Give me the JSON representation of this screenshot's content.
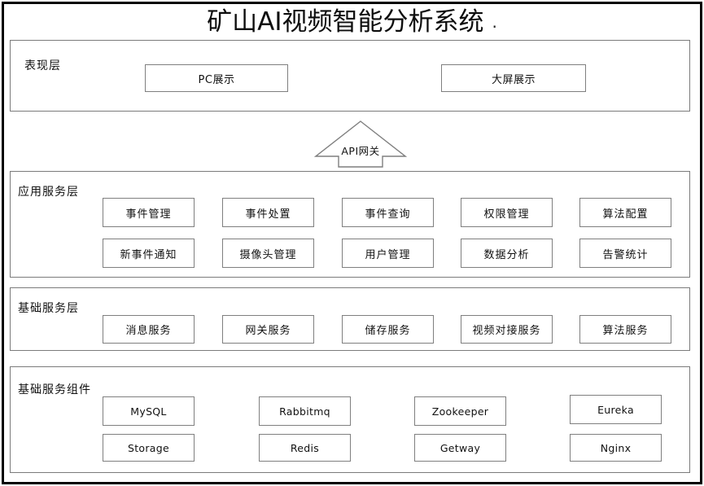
{
  "title": {
    "text": "矿山AI视频智能分析系统",
    "trailing_mark": "."
  },
  "colors": {
    "outer_border": "#000000",
    "panel_border": "#7b7b7b",
    "node_border": "#7f7f7f",
    "background": "#ffffff",
    "text": "#111111"
  },
  "gateway": {
    "label": "API网关",
    "icon": "up-arrow-shape"
  },
  "layers": [
    {
      "id": "presentation",
      "label": "表现层",
      "nodes": [
        {
          "label": "PC展示"
        },
        {
          "label": "大屏展示"
        }
      ]
    },
    {
      "id": "application-service",
      "label": "应用服务层",
      "rows": [
        [
          {
            "label": "事件管理"
          },
          {
            "label": "事件处置"
          },
          {
            "label": "事件查询"
          },
          {
            "label": "权限管理"
          },
          {
            "label": "算法配置"
          }
        ],
        [
          {
            "label": "新事件通知"
          },
          {
            "label": "摄像头管理"
          },
          {
            "label": "用户管理"
          },
          {
            "label": "数据分析"
          },
          {
            "label": "告警统计"
          }
        ]
      ]
    },
    {
      "id": "basic-service",
      "label": "基础服务层",
      "rows": [
        [
          {
            "label": "消息服务"
          },
          {
            "label": "网关服务"
          },
          {
            "label": "储存服务"
          },
          {
            "label": "视频对接服务"
          },
          {
            "label": "算法服务"
          }
        ]
      ]
    },
    {
      "id": "basic-components",
      "label": "基础服务组件",
      "rows": [
        [
          {
            "label": "MySQL"
          },
          {
            "label": "Rabbitmq"
          },
          {
            "label": "Zookeeper"
          },
          {
            "label": "Eureka"
          }
        ],
        [
          {
            "label": "Storage"
          },
          {
            "label": "Redis"
          },
          {
            "label": "Getway"
          },
          {
            "label": "Nginx"
          }
        ]
      ]
    }
  ]
}
